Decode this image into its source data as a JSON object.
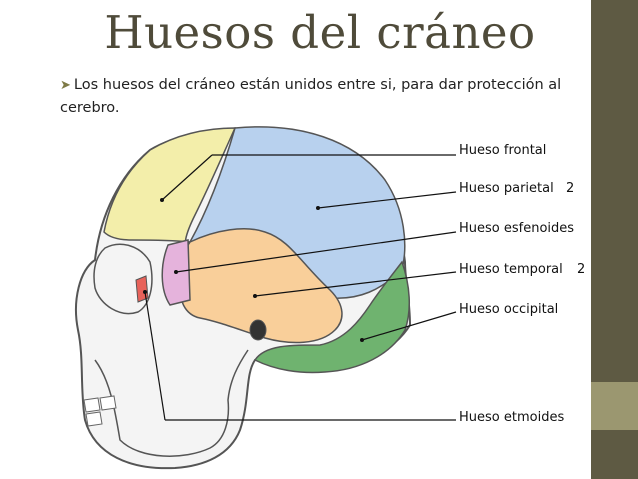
{
  "slide": {
    "title": "Huesos del cráneo",
    "bullet": "Los huesos del cráneo están unidos entre si, para dar protección al cerebro."
  },
  "labels": [
    {
      "text": "Hueso frontal",
      "color": "#f3eeaa"
    },
    {
      "text": "Hueso parietal",
      "color": "#b8d1ee",
      "count": "2"
    },
    {
      "text": "Hueso esfenoides",
      "color": "#e5b3dc"
    },
    {
      "text": "Hueso temporal",
      "color": "#f9cf9a",
      "count": "2"
    },
    {
      "text": "Hueso occipital",
      "color": "#6fb36f"
    },
    {
      "text": "Hueso etmoides",
      "color": "#e8625a"
    }
  ],
  "theme": {
    "sidebar": "#5e5a43",
    "sidebar_accent": "#9b9770",
    "title_color": "#4f4b3a"
  }
}
